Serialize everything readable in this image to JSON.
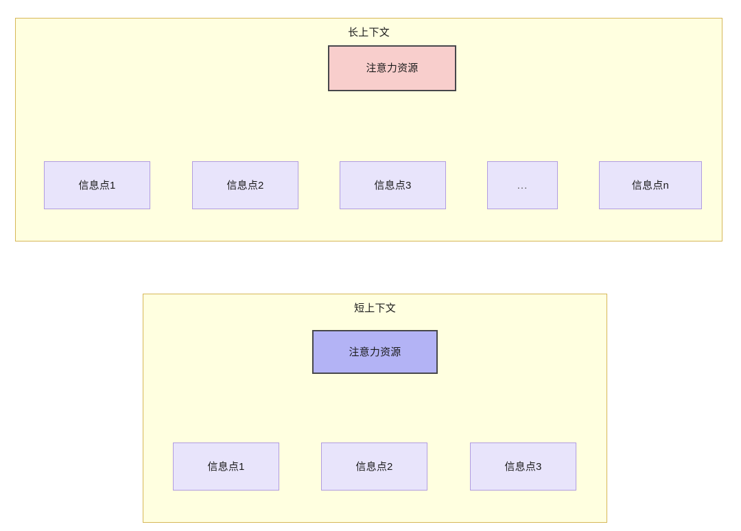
{
  "theme": {
    "frame_fill": "#ffffe0",
    "frame_border": "#d6b656",
    "attention_red_fill": "#f8cecc",
    "attention_blue_fill": "#b3b3f5",
    "attention_border": "#46464a",
    "info_fill": "#e8e4fb",
    "info_border": "#b09be0",
    "edge_color": "#333333",
    "text_color": "#1a1a1a"
  },
  "diagrams": [
    {
      "id": "long-context",
      "title": "长上下文",
      "root": {
        "label": "注意力资源",
        "variant": "red"
      },
      "children": [
        {
          "label": "信息点1"
        },
        {
          "label": "信息点2"
        },
        {
          "label": "信息点3"
        },
        {
          "label": "..."
        },
        {
          "label": "信息点n"
        }
      ]
    },
    {
      "id": "short-context",
      "title": "短上下文",
      "root": {
        "label": "注意力资源",
        "variant": "blue"
      },
      "children": [
        {
          "label": "信息点1"
        },
        {
          "label": "信息点2"
        },
        {
          "label": "信息点3"
        }
      ]
    }
  ],
  "edges": {
    "arrowhead": "solid-triangle-down",
    "style": "curved",
    "long_context_count": 5,
    "short_context_count": 3
  }
}
